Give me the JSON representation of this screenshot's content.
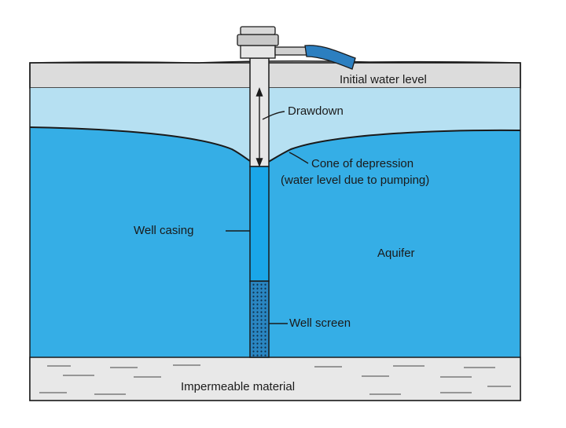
{
  "labels": {
    "initial_water_level": "Initial water level",
    "drawdown": "Drawdown",
    "cone_line1": "Cone of depression",
    "cone_line2": "(water level due to pumping)",
    "well_casing": "Well casing",
    "aquifer": "Aquifer",
    "well_screen": "Well screen",
    "impermeable": "Impermeable material"
  },
  "colors": {
    "ground": "#dcdcdc",
    "unsaturated": "#b6e0f2",
    "aquifer": "#35aee6",
    "casing": "#1aa6e8",
    "impermeable": "#e8e8e8",
    "hose": "#2c7fc0",
    "outline": "#1a1a1a"
  },
  "icons": {
    "pump": "pump-head-icon",
    "hose": "discharge-hose-icon"
  }
}
